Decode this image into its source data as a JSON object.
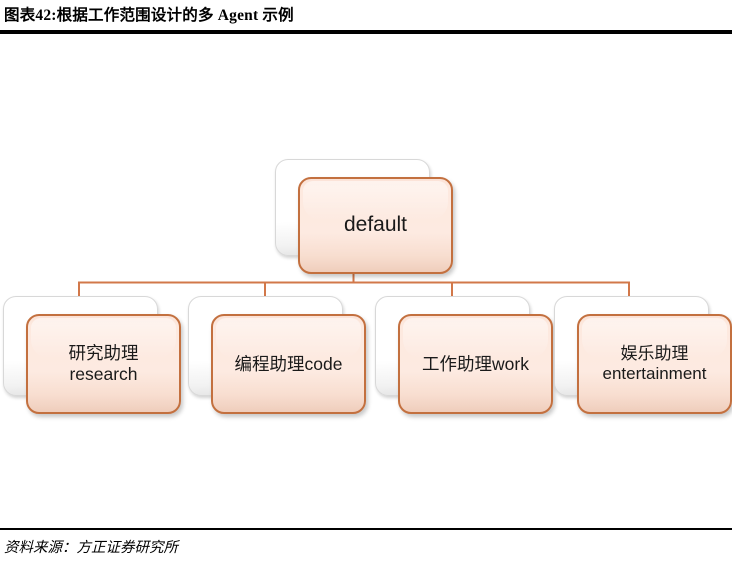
{
  "figure": {
    "title": "图表42:根据工作范围设计的多 Agent 示例",
    "source": "资料来源：方正证券研究所"
  },
  "colors": {
    "card_fill": "#fdeae1",
    "card_border": "#c3703f",
    "connector": "#d2784a",
    "backing_card": "#ffffff",
    "backing_border": "#d8d8d8",
    "rule": "#000000"
  },
  "diagram": {
    "type": "tree",
    "root": {
      "id": "default",
      "label": "default"
    },
    "children": [
      {
        "id": "research",
        "label": "研究助理\nresearch"
      },
      {
        "id": "code",
        "label": "编程助理code"
      },
      {
        "id": "work",
        "label": "工作助理work"
      },
      {
        "id": "entertainment",
        "label": "娱乐助理\nentertainment"
      }
    ]
  }
}
